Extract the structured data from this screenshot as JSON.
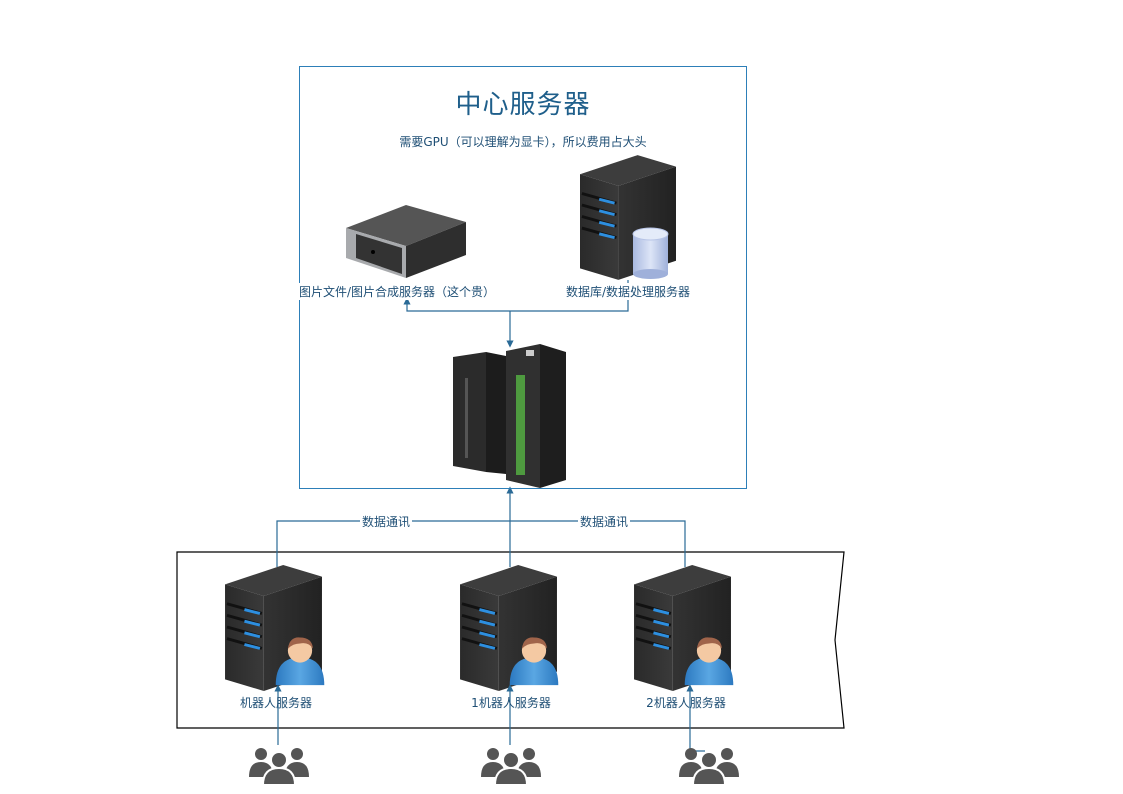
{
  "central": {
    "title": "中心服务器",
    "subtitle": "需要GPU（可以理解为显卡），所以费用占大头",
    "nodes": [
      {
        "label": "图片文件/图片合成服务器（这个贵）",
        "icon": "storage-appliance-icon"
      },
      {
        "label": "数据库/数据处理服务器",
        "icon": "database-server-icon"
      },
      {
        "label": "",
        "icon": "mainframe-icon"
      }
    ]
  },
  "links": {
    "left_label": "数据通讯",
    "right_label": "数据通讯"
  },
  "robots": [
    {
      "label": "机器人服务器",
      "icon": "tower-server-user-icon"
    },
    {
      "label": "1机器人服务器",
      "icon": "tower-server-user-icon"
    },
    {
      "label": "2机器人服务器",
      "icon": "tower-server-user-icon"
    }
  ],
  "users": [
    {
      "icon": "user-group-icon"
    },
    {
      "icon": "user-group-icon"
    },
    {
      "icon": "user-group-icon"
    }
  ],
  "colors": {
    "connector": "#2a6a96",
    "box_border": "#2d7fb8",
    "title": "#1f5f8b",
    "server_led": "#2d8fe0",
    "user_body": "#3f8fd0",
    "people": "#555555"
  }
}
